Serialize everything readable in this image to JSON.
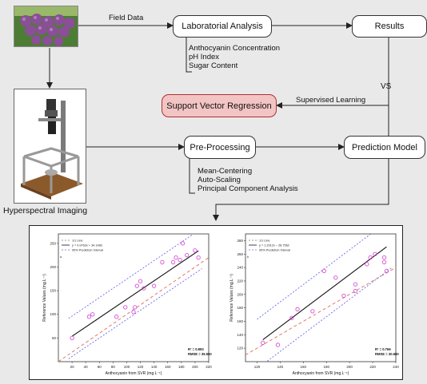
{
  "boxes": {
    "lab": "Laboratorial Analysis",
    "results": "Results",
    "svr": "Support Vector Regression",
    "pre": "Pre-Processing",
    "pred": "Prediction Model"
  },
  "labels": {
    "field_data": "Field Data",
    "vs": "VS",
    "supervised": "Supervised Learning",
    "hyperspectral": "Hyperspectral Imaging"
  },
  "lab_list": [
    "Anthocyanin Concentration",
    "pH Index",
    "Sugar Content"
  ],
  "pre_list": [
    "Mean-Centering",
    "Auto-Scaling",
    "Principal Component Analysis"
  ],
  "colors": {
    "svr_fill": "#f3c4c4",
    "svr_border": "#aa3333",
    "points": "#d84fd8",
    "ci": "#6a6af0",
    "oneone": "#e07a6a",
    "fit": "#111111"
  },
  "chart_data": [
    {
      "type": "scatter",
      "panel": "a",
      "xlabel": "Anthocyanin from SVR (mg.L⁻¹)",
      "ylabel": "Reference Values (mg.L⁻¹)",
      "xlim": [
        0,
        220
      ],
      "ylim": [
        0,
        270
      ],
      "xticks": [
        20,
        40,
        60,
        80,
        100,
        120,
        140,
        160,
        180,
        200,
        220
      ],
      "yticks": [
        50,
        100,
        150,
        200,
        250
      ],
      "legend": [
        "1/1 Line",
        "y = 0.9763x + 34.1483",
        "95% Prediction Interval"
      ],
      "r2": "R² = 0.893",
      "rmse": "RMSE = 35.550",
      "points": [
        [
          20,
          50
        ],
        [
          45,
          95
        ],
        [
          50,
          100
        ],
        [
          85,
          95
        ],
        [
          98,
          115
        ],
        [
          110,
          105
        ],
        [
          112,
          115
        ],
        [
          115,
          160
        ],
        [
          120,
          170
        ],
        [
          125,
          155
        ],
        [
          140,
          160
        ],
        [
          152,
          210
        ],
        [
          168,
          210
        ],
        [
          172,
          220
        ],
        [
          178,
          215
        ],
        [
          182,
          250
        ],
        [
          188,
          225
        ],
        [
          200,
          235
        ],
        [
          205,
          220
        ]
      ]
    },
    {
      "type": "scatter",
      "panel": "b",
      "xlabel": "Anthocyanin from SVR (mg.L⁻¹)",
      "ylabel": "Reference Values (mg.L⁻¹)",
      "xlim": [
        110,
        240
      ],
      "ylim": [
        100,
        290
      ],
      "xticks": [
        120,
        140,
        160,
        180,
        200,
        220,
        240
      ],
      "yticks": [
        120,
        140,
        160,
        180,
        200,
        220,
        240,
        260,
        280
      ],
      "legend": [
        "1/1 Line",
        "y = 1.2912x − 28.7562",
        "95% Prediction Interval"
      ],
      "r2": "R² = 0.766",
      "rmse": "RMSE = 30.680",
      "points": [
        [
          125,
          128
        ],
        [
          138,
          125
        ],
        [
          150,
          165
        ],
        [
          155,
          178
        ],
        [
          168,
          175
        ],
        [
          178,
          235
        ],
        [
          188,
          225
        ],
        [
          195,
          198
        ],
        [
          205,
          205
        ],
        [
          205,
          215
        ],
        [
          215,
          245
        ],
        [
          218,
          255
        ],
        [
          222,
          260
        ],
        [
          230,
          255
        ],
        [
          230,
          248
        ],
        [
          232,
          235
        ]
      ]
    }
  ]
}
